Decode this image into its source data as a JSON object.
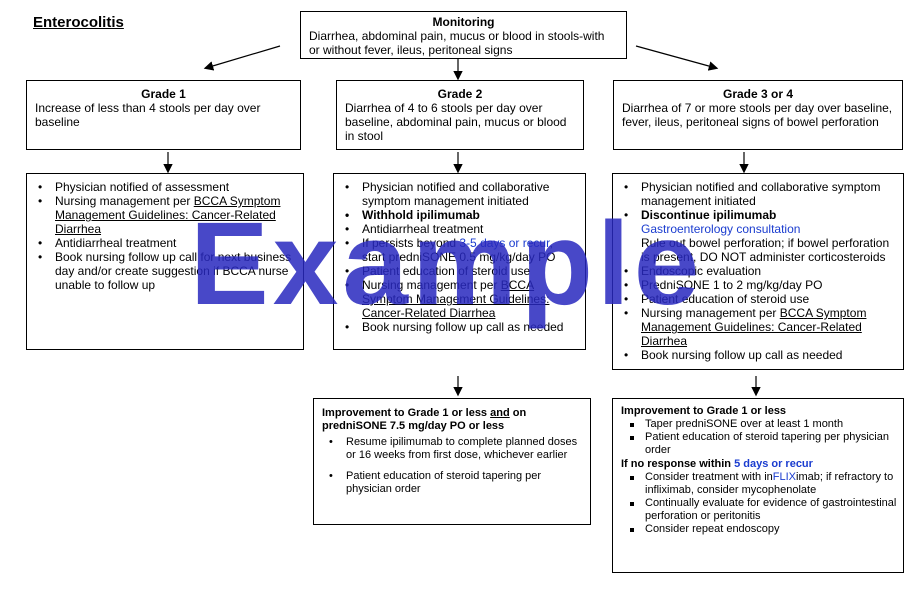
{
  "title": "Enterocolitis",
  "monitoring": {
    "title": "Monitoring",
    "text": "Diarrhea, abdominal pain, mucus or blood in stools-with or without fever, ileus, peritoneal signs"
  },
  "grade1": {
    "title": "Grade 1",
    "desc": "Increase of less than 4 stools per day over baseline",
    "items": [
      {
        "text": "Physician notified  of assessment"
      },
      {
        "pre": "Nursing management per ",
        "link": "BCCA Symptom Management Guidelines: Cancer-Related Diarrhea"
      },
      {
        "text": "Antidiarrheal treatment"
      },
      {
        "text": "Book  nursing follow up call for next business day and/or create suggestion if BCCA nurse unable to follow up"
      }
    ]
  },
  "grade2": {
    "title": "Grade 2",
    "desc": "Diarrhea of 4 to 6 stools per day over baseline, abdominal pain, mucus or blood in stool",
    "items": [
      {
        "text": "Physician notified and collaborative symptom management initiated"
      },
      {
        "text": "Withhold ipilimumab"
      },
      {
        "text": "Antidiarrheal treatment"
      },
      {
        "pre": "If persists beyond ",
        "blue": "3-5 days or recur",
        "post": ", start predniSONE 0.5 mg/kg/day PO"
      },
      {
        "text": "Patient education of steroid use"
      },
      {
        "pre": "Nursing management per ",
        "link": "BCCA Symptom Management Guidelines: Cancer-Related Diarrhea"
      },
      {
        "text": "Book nursing follow up call as needed"
      }
    ]
  },
  "grade3": {
    "title": "Grade 3 or 4",
    "desc": "Diarrhea of 7 or more stools per day over baseline, fever, ileus, peritoneal signs of bowel perforation",
    "items": [
      {
        "text": "Physician notified and collaborative symptom management initiated"
      },
      {
        "text": "Discontinue ipilimumab",
        "blueLine": "Gastroenterology consultation",
        "extra": "Rule out bowel perforation; if bowel perforation is present, DO NOT administer corticosteroids"
      },
      {
        "text": "Endoscopic evaluation"
      },
      {
        "text": "PredniSONE 1 to 2 mg/kg/day PO"
      },
      {
        "text": "Patient education of steroid use"
      },
      {
        "pre": "Nursing management per ",
        "link": "BCCA Symptom Management Guidelines: Cancer-Related Diarrhea"
      },
      {
        "text": "Book nursing follow up call as needed"
      }
    ]
  },
  "improve2": {
    "title_pre": "Improvement to Grade 1 or less ",
    "title_and": "and",
    "title_post": " on predniSONE 7.5 mg/day PO or less",
    "items": [
      {
        "text": "Resume ipilimumab to complete planned doses or 16 weeks from first dose, whichever earlier"
      },
      {
        "text": "Patient education of steroid tapering per physician order"
      }
    ]
  },
  "improve3": {
    "title": "Improvement to Grade 1 or less",
    "items": [
      {
        "text": "Taper predniSONE over at least 1 month"
      },
      {
        "text": "Patient education of steroid tapering per physician order"
      }
    ],
    "noresp_pre": "If no response within ",
    "noresp_blue": "5 days or recur",
    "items2": [
      {
        "pre": "Consider treatment with in",
        "blue": "FLIX",
        "post": "imab; if refractory to infliximab, consider mycophenolate"
      },
      {
        "text": "Continually evaluate for evidence of gastrointestinal perforation or peritonitis"
      },
      {
        "text": "Consider repeat endoscopy"
      }
    ]
  },
  "watermark": "Example"
}
